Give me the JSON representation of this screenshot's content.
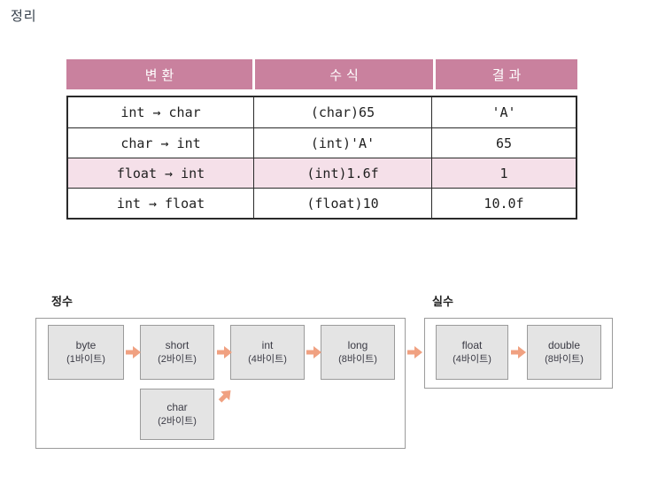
{
  "page": {
    "title": "정리"
  },
  "colors": {
    "header_bg": "#c9819e",
    "highlight_bg": "#f5e0e9",
    "arrow": "#f0a181"
  },
  "table": {
    "headers": [
      "변환",
      "수식",
      "결과"
    ],
    "rows": [
      {
        "conversion": "int → char",
        "expression": "(char)65",
        "result": "'A'",
        "highlighted": false
      },
      {
        "conversion": "char → int",
        "expression": "(int)'A'",
        "result": "65",
        "highlighted": false
      },
      {
        "conversion": "float → int",
        "expression": "(int)1.6f",
        "result": "1",
        "highlighted": true
      },
      {
        "conversion": "int → float",
        "expression": "(float)10",
        "result": "10.0f",
        "highlighted": false
      }
    ]
  },
  "diagram": {
    "integer_group": {
      "label": "정수",
      "boxes": [
        {
          "name": "byte",
          "size": "(1바이트)"
        },
        {
          "name": "short",
          "size": "(2바이트)"
        },
        {
          "name": "int",
          "size": "(4바이트)"
        },
        {
          "name": "long",
          "size": "(8바이트)"
        }
      ],
      "char_box": {
        "name": "char",
        "size": "(2바이트)"
      }
    },
    "real_group": {
      "label": "실수",
      "boxes": [
        {
          "name": "float",
          "size": "(4바이트)"
        },
        {
          "name": "double",
          "size": "(8바이트)"
        }
      ]
    }
  }
}
